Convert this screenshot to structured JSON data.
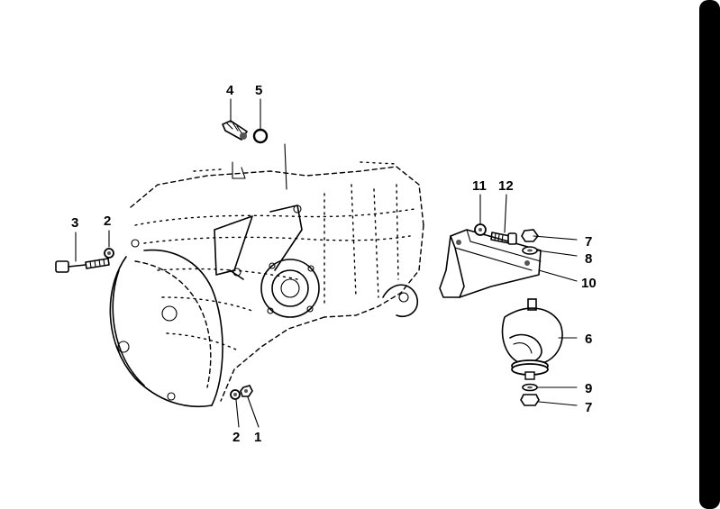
{
  "callouts": {
    "c1": "1",
    "c2_left": "2",
    "c2_bottom": "2",
    "c3": "3",
    "c4": "4",
    "c5": "5",
    "c6": "6",
    "c7_top": "7",
    "c7_bottom": "7",
    "c8": "8",
    "c9": "9",
    "c10": "10",
    "c11": "11",
    "c12": "12"
  },
  "colors": {
    "ink": "#000000",
    "background": "#ffffff",
    "edge_bar": "#000000"
  },
  "icons": [
    "transmission-housing-icon",
    "engine-mount-bracket-icon",
    "rubber-mount-icon",
    "bolt-icon",
    "nut-icon",
    "washer-icon",
    "sensor-icon"
  ]
}
